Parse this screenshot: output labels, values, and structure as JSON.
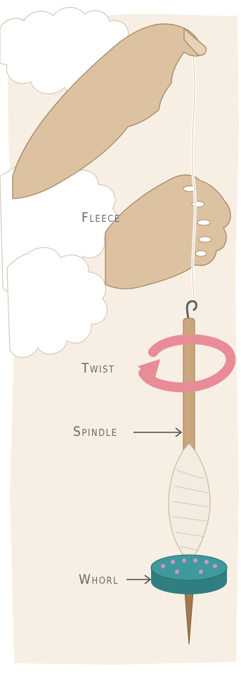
{
  "labels": {
    "fleece": "Fleece",
    "twist": "Twist",
    "spindle": "Spindle",
    "whorl": "Whorl"
  },
  "colors": {
    "paper": "#f8efe4",
    "fleece": "#ffffff",
    "skin": "#dcc2a1",
    "skin_outline": "#a98c6b",
    "shaft": "#c9a67c",
    "twist_arrow": "#e88c98",
    "whorl": "#3e9a9b",
    "whorl_dots": "#d78fd6",
    "label_text": "#6e6666"
  },
  "icons": [
    "hand-icon",
    "spindle-icon",
    "twist-arrow-icon",
    "whorl-icon",
    "hook-icon"
  ]
}
